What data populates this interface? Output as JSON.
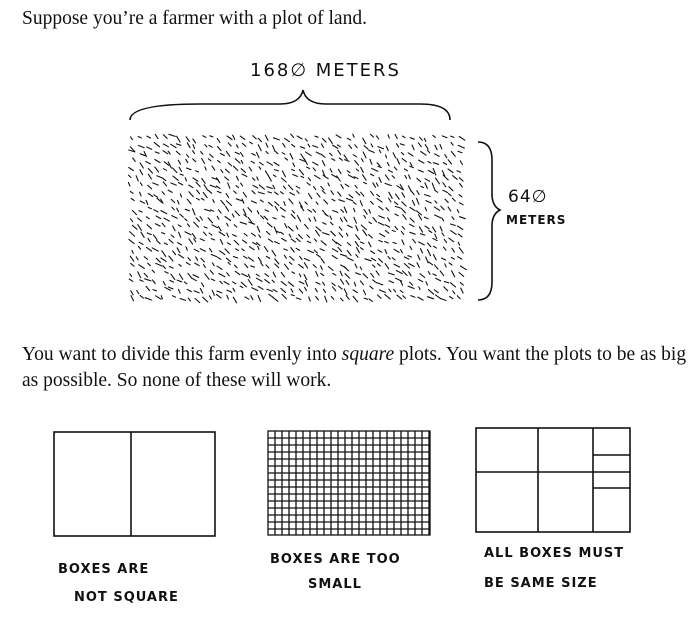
{
  "text": {
    "intro": "Suppose you’re a farmer with a plot of land.",
    "paragraph_before": "You want to divide this farm evenly into ",
    "paragraph_em": "square",
    "paragraph_after": " plots. You want the plots to be as big as possible. So none of these will work."
  },
  "farm": {
    "width_label": "168∅ METERS",
    "height_value": "64∅",
    "height_unit": "METERS"
  },
  "examples": [
    {
      "caption_line1": "BOXES ARE",
      "caption_line2": "NOT SQUARE"
    },
    {
      "caption_line1": "BOXES ARE TOO",
      "caption_line2": "SMALL"
    },
    {
      "caption_line1": "ALL BOXES MUST",
      "caption_line2": "BE SAME SIZE"
    }
  ]
}
